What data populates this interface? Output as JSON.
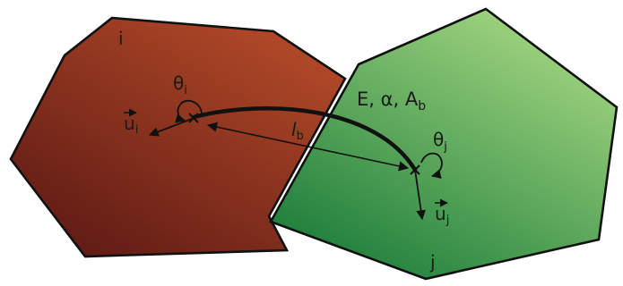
{
  "colors": {
    "element_i_light": "#b34a28",
    "element_i_dark": "#5e1a14",
    "element_j_light": "#a6d882",
    "element_j_dark": "#1f7f3c",
    "outline": "#111111",
    "background": "#ffffff"
  },
  "labels": {
    "element_i": "i",
    "element_j": "j",
    "bond_params": "E, α, A",
    "bond_params_sub": "b",
    "bond_length": "l",
    "bond_length_sub": "b",
    "rotation_i": "θ",
    "rotation_i_sub": "i",
    "rotation_j": "θ",
    "rotation_j_sub": "j",
    "displacement_i": "u",
    "displacement_i_sub": "i",
    "displacement_j": "u",
    "displacement_j_sub": "j"
  },
  "icons": {
    "node_marker": "x-cross",
    "vector_bar": "overline-arrow",
    "rotation": "circular-arrow"
  }
}
